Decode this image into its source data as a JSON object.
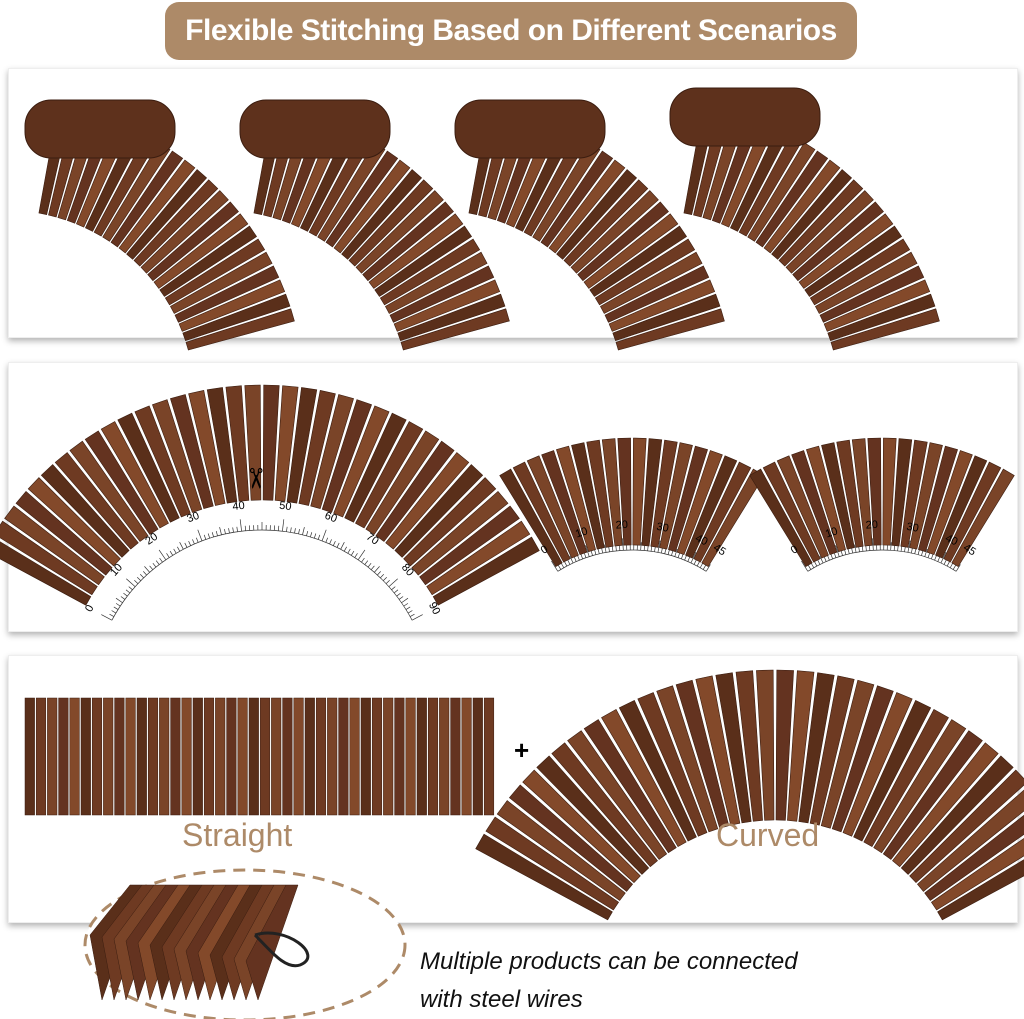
{
  "title": "Flexible Stitching Based on Different Scenarios",
  "colors": {
    "accent": "#ad8a68",
    "wood_dark": "#5a2f1a",
    "wood_mid": "#7a4428"
  },
  "rulers": {
    "large": [
      "0",
      "10",
      "20",
      "30",
      "40",
      "50",
      "60",
      "70",
      "80",
      "90"
    ],
    "small": [
      "0",
      "10",
      "20",
      "30",
      "40",
      "45"
    ]
  },
  "icons": {
    "cut": "scissors-icon",
    "join": "plus-icon"
  },
  "labels": {
    "straight": "Straight",
    "curved": "Curved",
    "plus": "+"
  },
  "note": {
    "line1": "Multiple products can be connected",
    "line2": "with steel wires"
  }
}
